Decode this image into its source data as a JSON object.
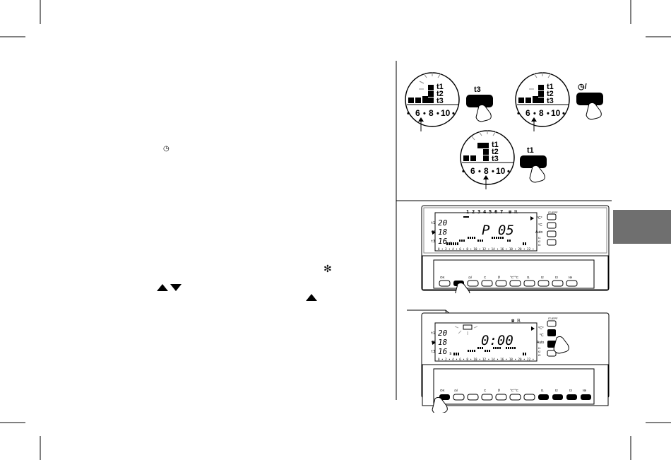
{
  "glyphs": {
    "clock": "◷",
    "asterisk": "✻"
  },
  "dials": {
    "levels": [
      "t1",
      "t2",
      "t3"
    ],
    "scale": [
      "6",
      "8",
      "10"
    ],
    "buttons": {
      "left": "t3",
      "right_icon": "clock-slash",
      "right_label": "◷/",
      "bottom": "t1"
    }
  },
  "thermostat": {
    "days": [
      "1",
      "2",
      "3",
      "4",
      "5",
      "7"
    ],
    "day6": "6",
    "temps": [
      "20",
      "18",
      "16"
    ],
    "temp_suffix": "s",
    "levels": [
      "t1",
      "t2",
      "t3"
    ],
    "display1": "P 05",
    "display2": "0:00",
    "timeline": "0 • 2 • 4 • 6 • 8 • 10 • 12 • 14 • 16 • 18 • 20 • 22 •",
    "side_labels": [
      "°C°",
      "°C",
      "Auto"
    ],
    "side_status": [
      "t1",
      "t2",
      "t3"
    ],
    "top_right_label": "ITLEPF",
    "keys": [
      "OK",
      "◷/",
      "C",
      "℣",
      "°C°°C",
      "t1",
      "t2",
      "t3",
      "t⊕"
    ],
    "phone_icon_label": "☎ ℝ"
  }
}
